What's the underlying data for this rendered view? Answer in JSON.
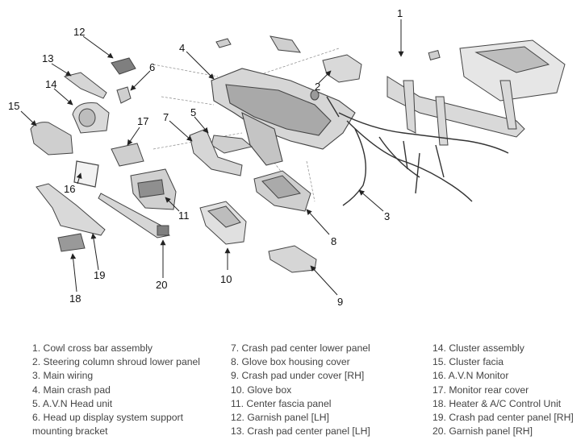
{
  "callouts": [
    "1",
    "2",
    "3",
    "4",
    "5",
    "6",
    "7",
    "8",
    "9",
    "10",
    "11",
    "12",
    "13",
    "14",
    "15",
    "16",
    "17",
    "18",
    "19",
    "20"
  ],
  "legend": {
    "col1": [
      "1. Cowl cross bar assembly",
      "2. Steering column shroud lower panel",
      "3. Main wiring",
      "4. Main crash pad",
      "5. A.V.N Head unit",
      "6. Head up display system support mounting bracket"
    ],
    "col2": [
      "7. Crash pad center lower panel",
      "8. Glove box housing cover",
      "9. Crash pad under cover [RH]",
      "10. Glove box",
      "11. Center fascia panel",
      "12. Garnish panel [LH]",
      "13. Crash pad center panel [LH]"
    ],
    "col3": [
      "14. Cluster assembly",
      "15. Cluster facia",
      "16. A.V.N Monitor",
      "17. Monitor rear cover",
      "18. Heater & A/C Control Unit",
      "19. Crash pad center panel [RH]",
      "20. Garnish panel [RH]"
    ]
  },
  "colors": {
    "line": "#555555",
    "part_fill": "#d9d9d9",
    "part_dark": "#8a8a8a",
    "text": "#444444"
  }
}
